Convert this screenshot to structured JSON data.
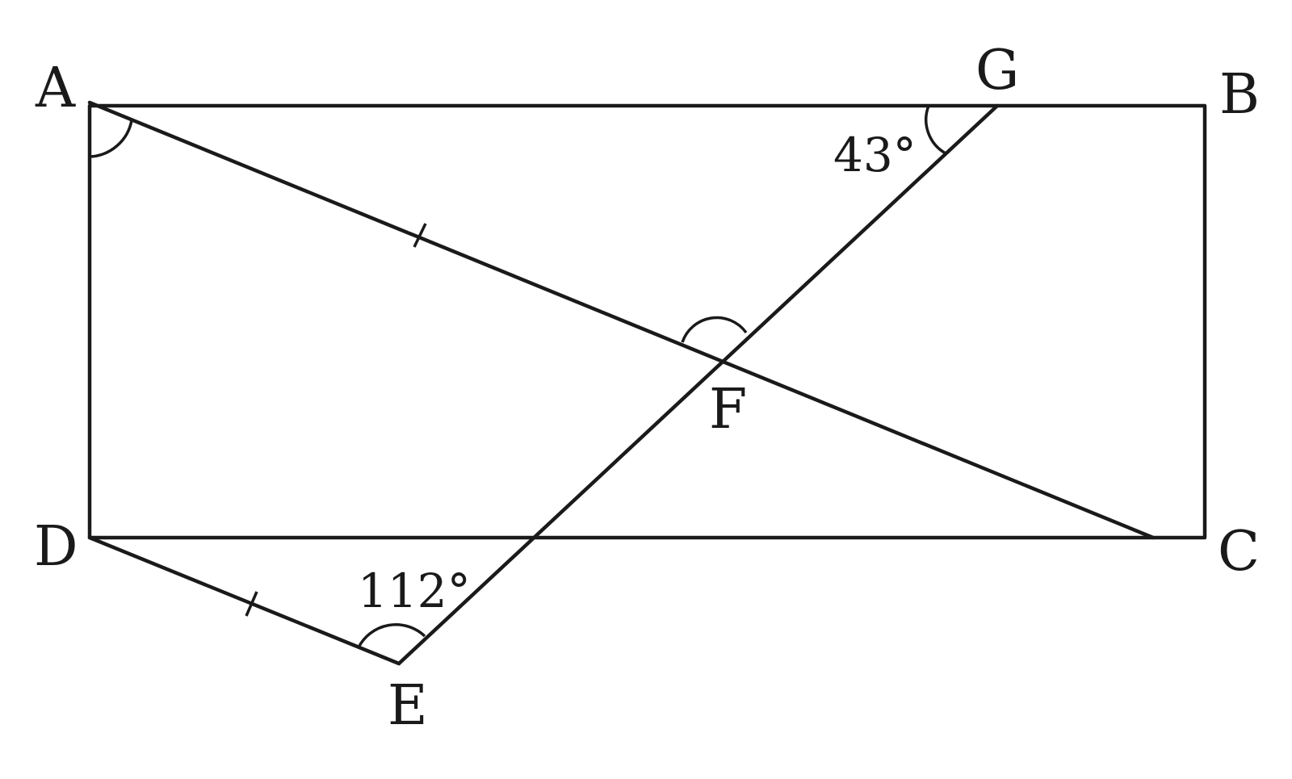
{
  "points": {
    "A": "A",
    "B": "B",
    "C": "C",
    "D": "D",
    "E": "E",
    "F": "F",
    "G": "G"
  },
  "angles": {
    "g_angle": "43°",
    "e_angle": "112°"
  }
}
